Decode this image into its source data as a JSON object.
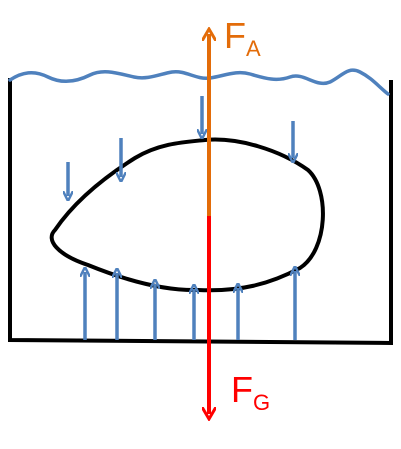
{
  "labels": {
    "buoyancy": {
      "main": "F",
      "sub": "A"
    },
    "gravity": {
      "main": "F",
      "sub": "G"
    }
  },
  "colors": {
    "water": "#4f81bd",
    "pressure_arrows": "#4f81bd",
    "container": "#000000",
    "body_outline": "#000000",
    "buoyancy_force": "#e36c09",
    "gravity_force": "#ff0000"
  },
  "icons": {
    "pressure_arrow": "arrow-icon",
    "force_arrow": "arrow-icon"
  }
}
